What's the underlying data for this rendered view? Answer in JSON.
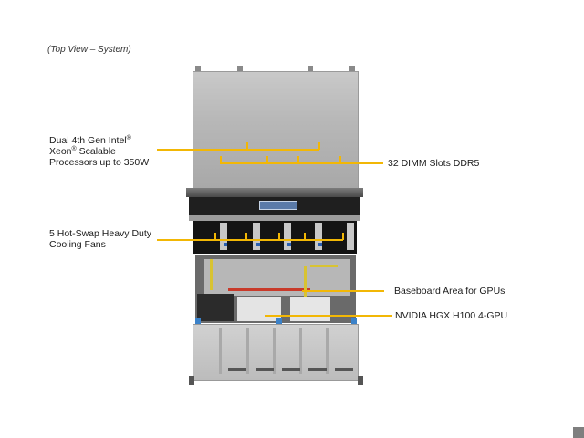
{
  "caption": "(Top View – System)",
  "callouts": {
    "cpu": {
      "line1": "Dual 4th Gen Intel",
      "sup1": "®",
      "line2a": "Xeon",
      "sup2": "®",
      "line2b": " Scalable",
      "line3": "Processors up to 350W"
    },
    "dimm": {
      "text": "32 DIMM Slots DDR5"
    },
    "fans": {
      "line1": "5 Hot-Swap Heavy Duty",
      "line2": "Cooling Fans"
    },
    "baseboard": {
      "text": "Baseboard Area for GPUs"
    },
    "gpu": {
      "text": "NVIDIA HGX H100 4-GPU"
    }
  },
  "colors": {
    "leader": "#f2b705",
    "background": "#ffffff",
    "corner_marker": "#7f7f7f"
  }
}
